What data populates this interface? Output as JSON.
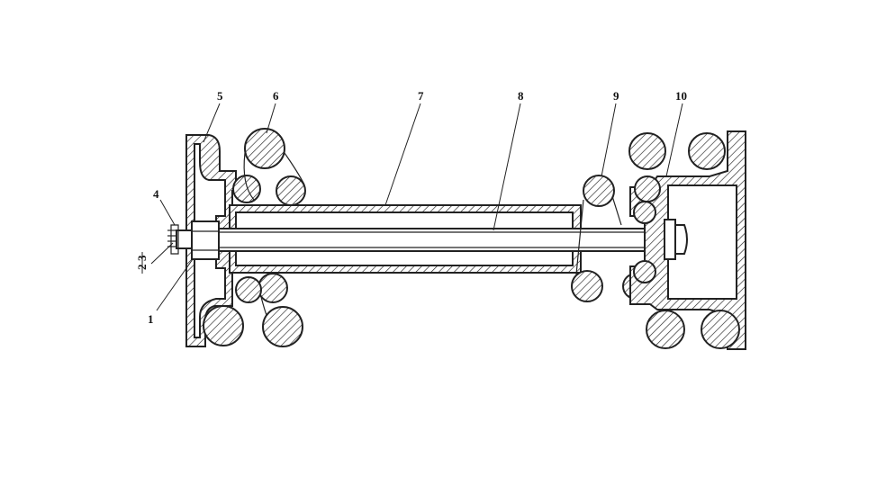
{
  "figure": {
    "callouts": [
      "1",
      "2",
      "3",
      "4",
      "5",
      "6",
      "7",
      "8",
      "9",
      "10"
    ]
  }
}
